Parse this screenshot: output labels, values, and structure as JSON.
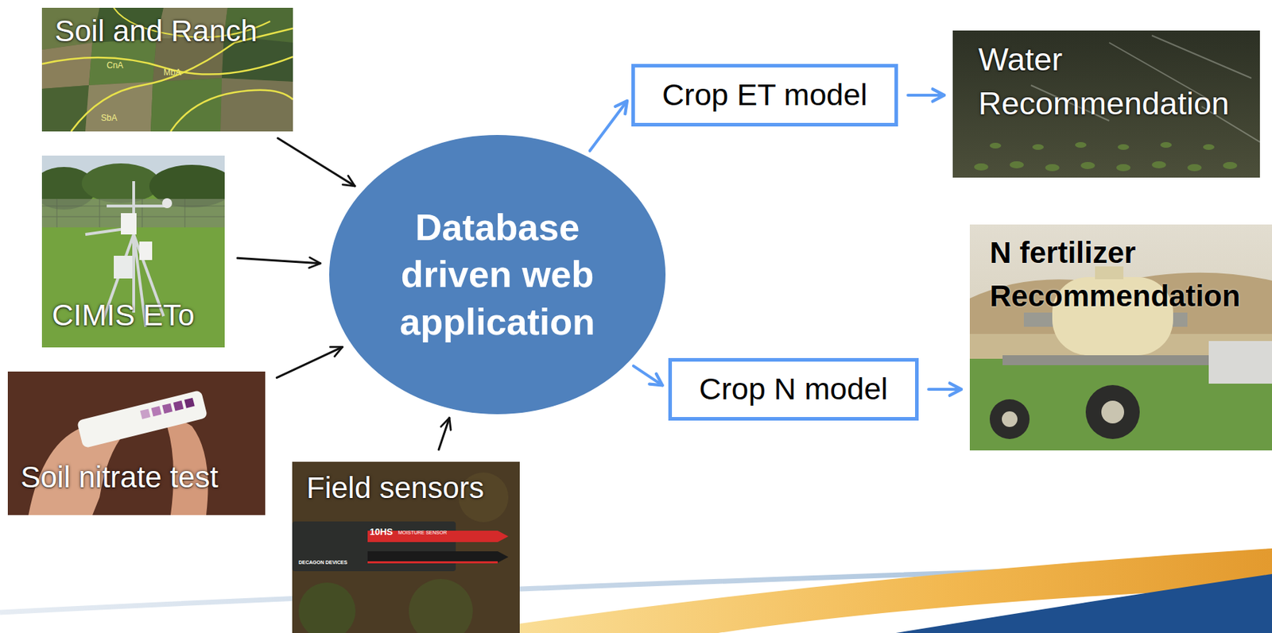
{
  "diagram": {
    "nodes": [
      {
        "text": [
          "Soil and Ranch"
        ]
      },
      {
        "text": [
          "CIMIS ETo"
        ]
      },
      {
        "text": [
          "Soil nitrate test"
        ]
      },
      {
        "text": [
          "Field sensors"
        ]
      },
      {
        "text": [
          "Database driven web application"
        ]
      },
      {
        "text": [
          "Crop ET model"
        ]
      },
      {
        "text": [
          "Water Recommendation"
        ]
      },
      {
        "text": [
          "Crop N model"
        ]
      },
      {
        "text": [
          "N fertilizer Recommendation"
        ]
      }
    ],
    "edges": [
      {
        "from": 0,
        "to": 4,
        "arrow": "to"
      },
      {
        "from": 1,
        "to": 4,
        "arrow": "to"
      },
      {
        "from": 2,
        "to": 4,
        "arrow": "to"
      },
      {
        "from": 3,
        "to": 4,
        "arrow": "to"
      },
      {
        "from": 4,
        "to": 5,
        "arrow": "to"
      },
      {
        "from": 5,
        "to": 6,
        "arrow": "to"
      },
      {
        "from": 4,
        "to": 7,
        "arrow": "to"
      },
      {
        "from": 7,
        "to": 8,
        "arrow": "to"
      }
    ],
    "labels": [
      "CnA",
      "MbA",
      "SbA",
      "10HS",
      "MOISTURE SENSOR",
      "DECAGON DEVICES"
    ]
  }
}
